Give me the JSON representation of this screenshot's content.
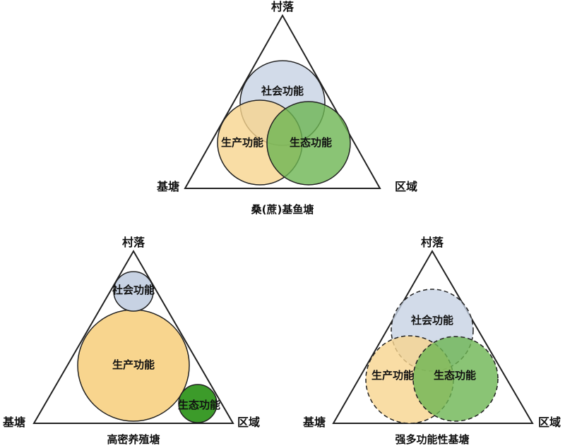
{
  "diagrams": [
    {
      "caption": "桑(蔗)基鱼塘",
      "vertices": {
        "top": "村落",
        "left": "基塘",
        "right": "区域"
      },
      "functions": {
        "social": "社会功能",
        "production": "生产功能",
        "ecological": "生态功能"
      },
      "border": "solid"
    },
    {
      "caption": "高密养殖塘",
      "vertices": {
        "top": "村落",
        "left": "基塘",
        "right": "区域"
      },
      "functions": {
        "social": "社会功能",
        "production": "生产功能",
        "ecological": "生态功能"
      },
      "border": "solid"
    },
    {
      "caption": "强多功能性基塘",
      "vertices": {
        "top": "村落",
        "left": "基塘",
        "right": "区域"
      },
      "functions": {
        "social": "社会功能",
        "production": "生产功能",
        "ecological": "生态功能"
      },
      "border": "dashed"
    }
  ],
  "colors": {
    "social": "#c7d2e3",
    "production": "#f8d58e",
    "ecological": "#6db552",
    "ecological_dark": "#3c9b2a",
    "outline": "#222222"
  }
}
